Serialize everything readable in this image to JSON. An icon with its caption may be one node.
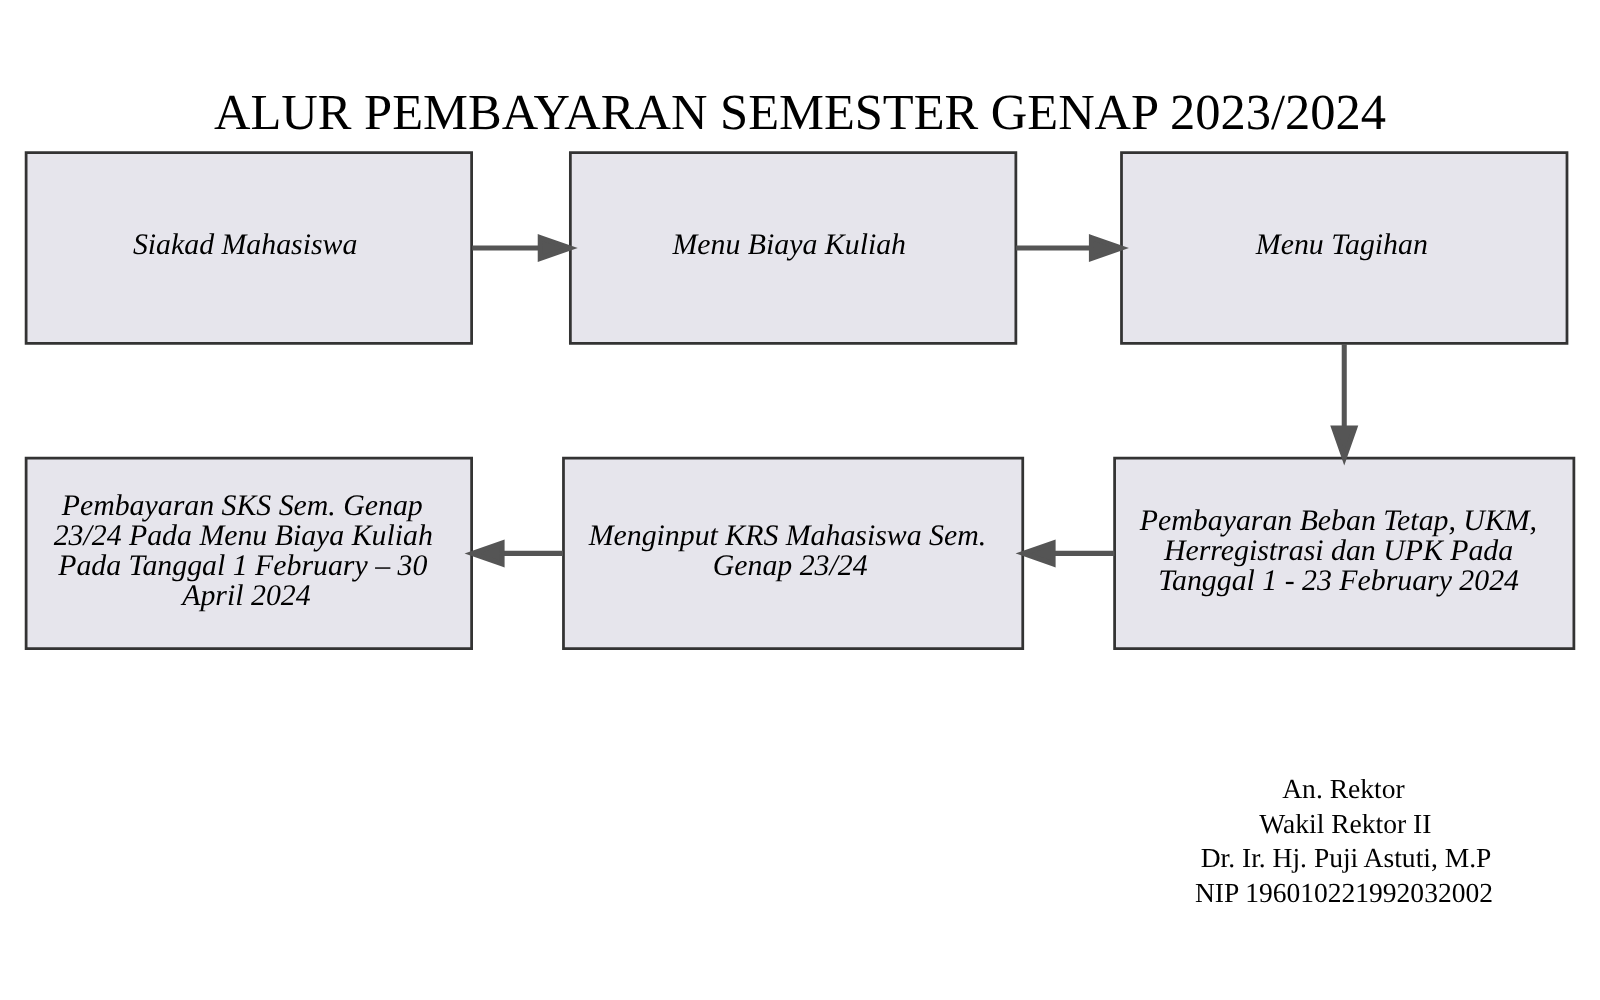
{
  "diagram": {
    "title": "ALUR PEMBAYARAN SEMESTER GENAP 2023/2024",
    "nodes": [
      {
        "text": [
          "Siakad Mahasiswa"
        ]
      },
      {
        "text": [
          "Menu Biaya Kuliah"
        ]
      },
      {
        "text": [
          "Menu Tagihan"
        ]
      },
      {
        "text": [
          "Pembayaran SKS Sem. Genap 23/24 Pada Menu Biaya Kuliah Pada Tanggal 1 February – 30 April 2024"
        ]
      },
      {
        "text": [
          "Menginput KRS Mahasiswa Sem. Genap 23/24"
        ]
      },
      {
        "text": [
          "Pembayaran Beban Tetap, UKM, Herregistrasi dan UPK Pada Tanggal 1 - 23 February 2024"
        ]
      }
    ],
    "edges": [
      {
        "from": 0,
        "to": 1,
        "arrow": "to"
      },
      {
        "from": 1,
        "to": 2,
        "arrow": "to"
      },
      {
        "from": 2,
        "to": 5,
        "arrow": "to"
      },
      {
        "from": 5,
        "to": 4,
        "arrow": "to"
      },
      {
        "from": 4,
        "to": 3,
        "arrow": "to"
      }
    ],
    "labels": [
      "An. Rektor",
      "Wakil Rektor II",
      "Dr. Ir. Hj. Puji Astuti, M.P",
      "NIP 196010221992032002"
    ]
  }
}
